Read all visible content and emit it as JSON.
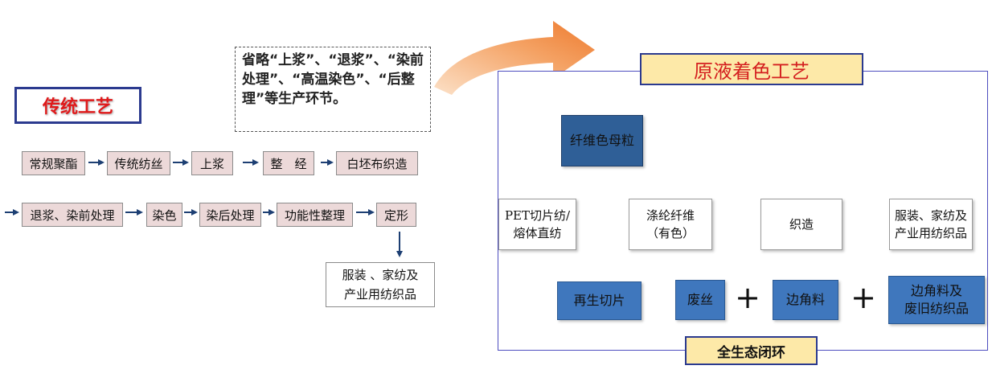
{
  "traditional": {
    "title": "传统工艺",
    "row1": [
      "常规聚酯",
      "传统纺丝",
      "上浆",
      "整　经",
      "白坯布织造"
    ],
    "row2": [
      "退浆、染前处理",
      "染色",
      "染后处理",
      "功能性整理",
      "定形"
    ],
    "output_lines": [
      "服装 、家纺及",
      "产业用纺织品"
    ]
  },
  "omit_note": "省略“上浆”、“退浆”、“染前处理”、“高温染色”、“后整理”等生产环节。",
  "dope_dyed": {
    "title": "原液着色工艺",
    "masterbatch": "纤维色母粒",
    "pet_lines": [
      "PET切片纺/",
      "熔体直纺"
    ],
    "fiber_lines": [
      "涤纶纤维",
      "（有色）"
    ],
    "weaving": "织造",
    "products_lines": [
      "服装、家纺及",
      "产业用纺织品"
    ],
    "recycled_chips": "再生切片",
    "waste_silk": "废丝",
    "edge_scraps": "边角料",
    "scraps_old_lines": [
      "边角料及",
      "废旧纺织品"
    ],
    "plus": "+",
    "closed_loop": "全生态闭环"
  },
  "colors": {
    "title_red": "#e0191a",
    "step_fill": "#ecd9d9",
    "blue_box": "#3f77bd",
    "dark_blue_box": "#2f5f97",
    "frame_blue": "#4d4dbf",
    "title_yellow": "#fde9a8",
    "curved_arrow": "#f0883e"
  }
}
